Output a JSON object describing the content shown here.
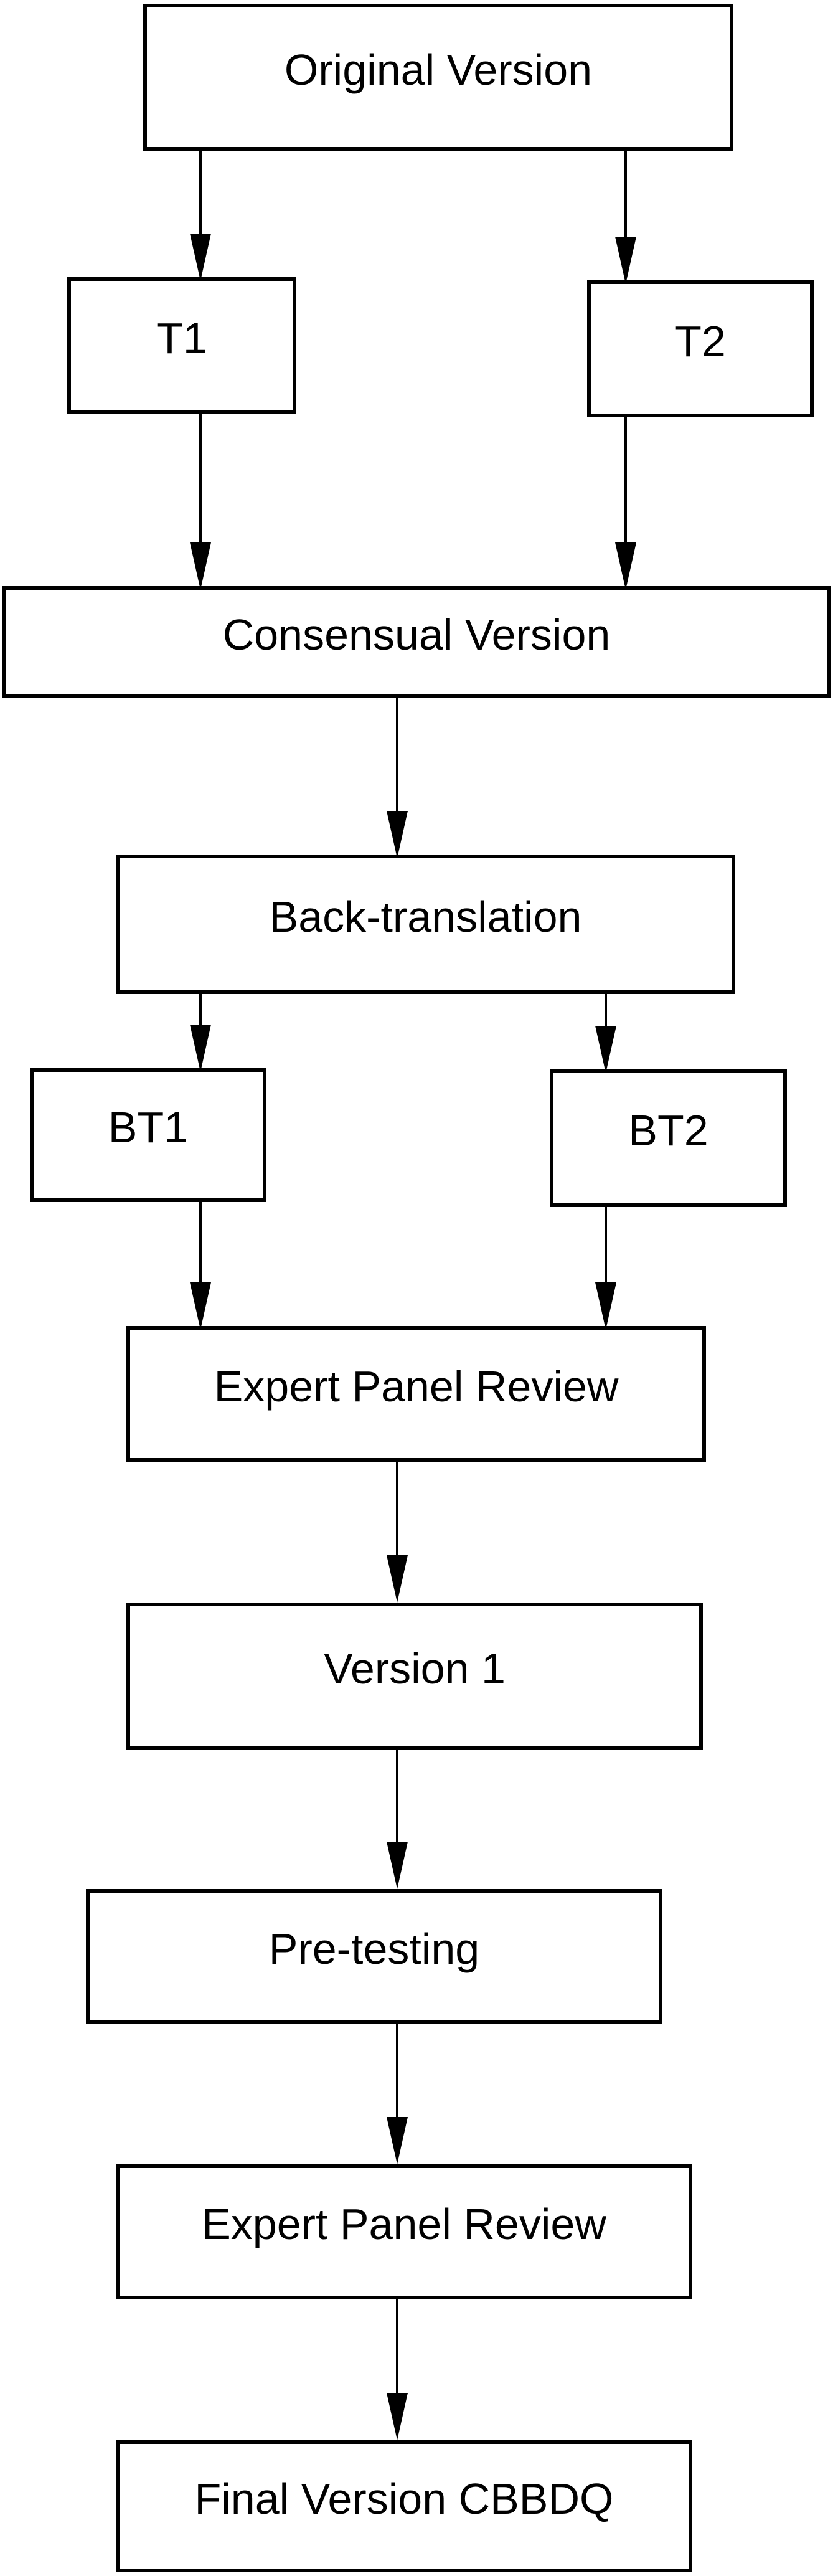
{
  "diagram": {
    "type": "flowchart",
    "description": "Translation and cross-cultural adaptation process flowchart ending in Final Version CBBDQ",
    "colors": {
      "background": "#ffffff",
      "box_fill": "#ffffff",
      "box_border": "#000000",
      "text": "#000000",
      "arrow": "#000000"
    },
    "nodes": [
      {
        "id": "original",
        "label": "Original Version"
      },
      {
        "id": "t1",
        "label": "T1"
      },
      {
        "id": "t2",
        "label": "T2"
      },
      {
        "id": "consensual",
        "label": "Consensual Version"
      },
      {
        "id": "back-translation",
        "label": "Back-translation"
      },
      {
        "id": "bt1",
        "label": "BT1"
      },
      {
        "id": "bt2",
        "label": "BT2"
      },
      {
        "id": "expert-panel-review-1",
        "label": "Expert Panel Review"
      },
      {
        "id": "version-1",
        "label": "Version 1"
      },
      {
        "id": "pre-testing",
        "label": "Pre-testing"
      },
      {
        "id": "expert-panel-review-2",
        "label": "Expert Panel Review"
      },
      {
        "id": "final-version",
        "label": "Final Version CBBDQ"
      }
    ],
    "edges": [
      {
        "from": "original",
        "to": "t1"
      },
      {
        "from": "original",
        "to": "t2"
      },
      {
        "from": "t1",
        "to": "consensual"
      },
      {
        "from": "t2",
        "to": "consensual"
      },
      {
        "from": "consensual",
        "to": "back-translation"
      },
      {
        "from": "back-translation",
        "to": "bt1"
      },
      {
        "from": "back-translation",
        "to": "bt2"
      },
      {
        "from": "bt1",
        "to": "expert-panel-review-1"
      },
      {
        "from": "bt2",
        "to": "expert-panel-review-1"
      },
      {
        "from": "expert-panel-review-1",
        "to": "version-1"
      },
      {
        "from": "version-1",
        "to": "pre-testing"
      },
      {
        "from": "pre-testing",
        "to": "expert-panel-review-2"
      },
      {
        "from": "expert-panel-review-2",
        "to": "final-version"
      }
    ]
  }
}
